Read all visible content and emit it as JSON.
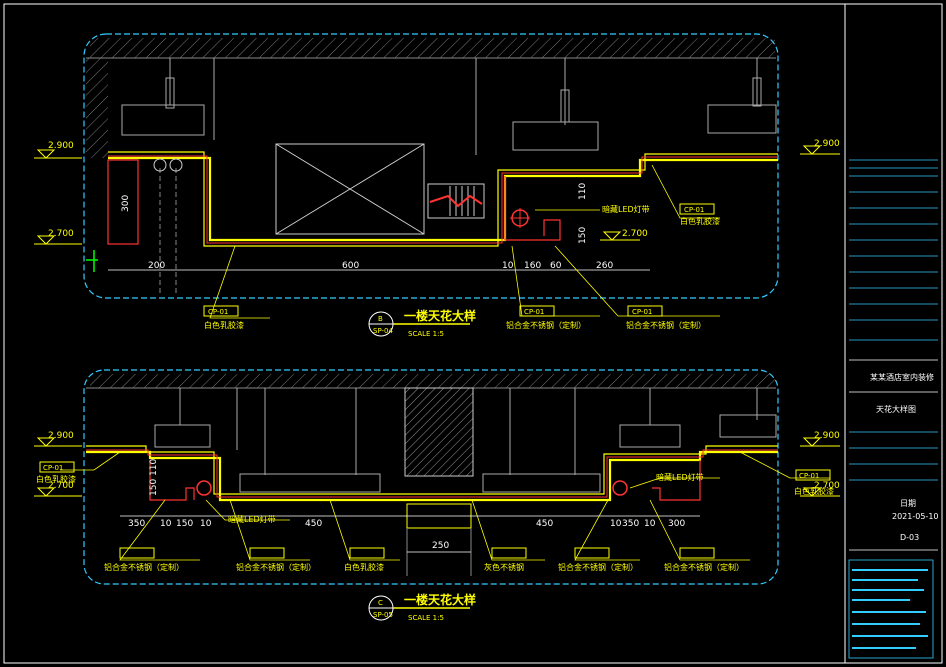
{
  "top_section": {
    "levels": {
      "left_high": "2.900",
      "left_low": "2.700",
      "right_high": "2.900",
      "right_low": "2.700"
    },
    "dims": {
      "d200": "200",
      "d600": "600",
      "d10": "10",
      "d160": "160",
      "d60": "60",
      "d260": "260",
      "v300": "300",
      "v110": "110",
      "v150": "150"
    },
    "labels": {
      "tag1": "CP-01",
      "tag2": "CP-01",
      "tag3": "CP-01",
      "tag4": "CP-01",
      "note_lamp": "暗藏LED灯带",
      "note_white": "白色乳胶漆",
      "note_white2": "白色乳胶漆",
      "note_steel1": "铝合金不锈钢（定制）",
      "note_steel2": "铝合金不锈钢（定制）"
    },
    "title": {
      "circle_top": "B",
      "circle_bottom": "SP-04",
      "main": "一楼天花大样",
      "scale": "SCALE 1:5"
    }
  },
  "bottom_section": {
    "levels": {
      "left_high": "2.900",
      "left_low": "2.700",
      "right_high": "2.900",
      "right_low": "2.700"
    },
    "dims": {
      "d350": "350",
      "d10a": "10",
      "d150a": "150",
      "d10b": "10",
      "d450a": "450",
      "d450b": "450",
      "d10c": "10",
      "d350b": "350",
      "d10d": "10",
      "d300": "300",
      "d250": "250",
      "v110": "110",
      "v150": "150"
    },
    "labels": {
      "tag_l": "CP-01",
      "tag_r": "CP-01",
      "note_white_l": "白色乳胶漆",
      "note_white_r": "白色乳胶漆",
      "note_lamp_l": "暗藏LED灯带",
      "note_lamp_r": "暗藏LED灯带",
      "n1": "铝合金不锈钢（定制）",
      "n2": "铝合金不锈钢（定制）",
      "n3": "白色乳胶漆",
      "n4": "灰色不锈钢",
      "n5": "铝合金不锈钢（定制）",
      "n6": "铝合金不锈钢（定制）"
    },
    "title": {
      "circle_top": "C",
      "circle_bottom": "SP-05",
      "main": "一楼天花大样",
      "scale": "SCALE 1:5"
    }
  },
  "title_block": {
    "project": "某某酒店室内装修",
    "drawing": "天花大样图",
    "date_label": "日期",
    "date": "2021-05-10",
    "number": "D-03"
  }
}
